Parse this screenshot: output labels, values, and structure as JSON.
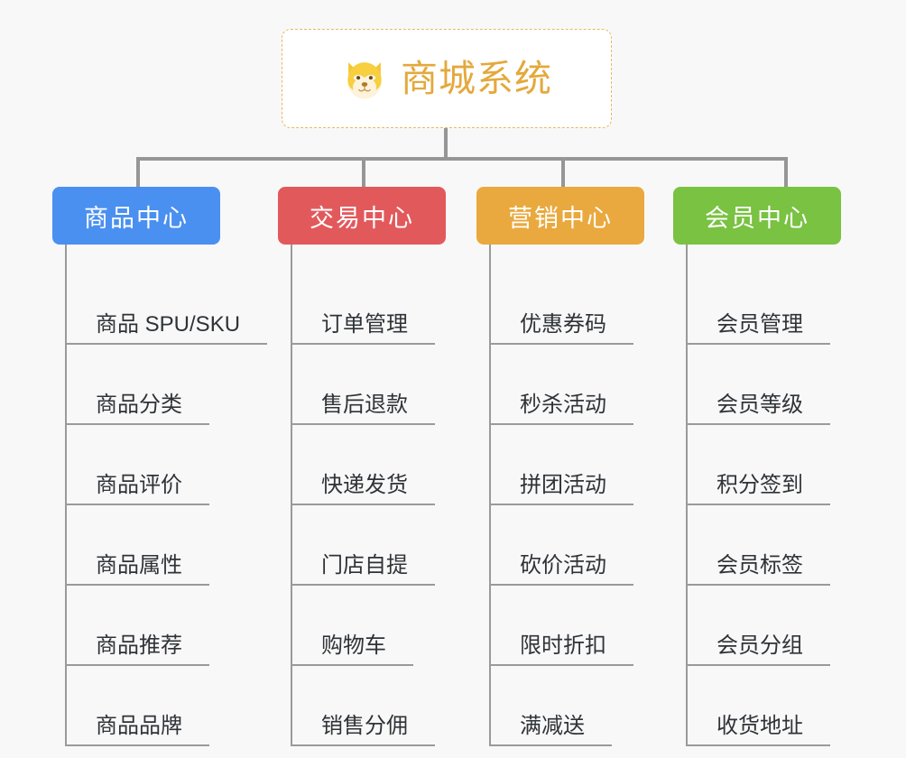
{
  "background_color": "#f8f8f8",
  "root": {
    "title": "商城系统",
    "icon": "dog-face-icon",
    "title_color": "#e3a93c",
    "border_color": "#e8b960"
  },
  "connector_color": "#969696",
  "branches": [
    {
      "label": "商品中心",
      "color": "#4a90f0",
      "items": [
        "商品 SPU/SKU",
        "商品分类",
        "商品评价",
        "商品属性",
        "商品推荐",
        "商品品牌"
      ]
    },
    {
      "label": "交易中心",
      "color": "#e2595c",
      "items": [
        "订单管理",
        "售后退款",
        "快递发货",
        "门店自提",
        "购物车",
        "销售分佣"
      ]
    },
    {
      "label": "营销中心",
      "color": "#e9a93e",
      "items": [
        "优惠券码",
        "秒杀活动",
        "拼团活动",
        "砍价活动",
        "限时折扣",
        "满减送"
      ]
    },
    {
      "label": "会员中心",
      "color": "#79c242",
      "items": [
        "会员管理",
        "会员等级",
        "积分签到",
        "会员标签",
        "会员分组",
        "收货地址"
      ]
    }
  ]
}
